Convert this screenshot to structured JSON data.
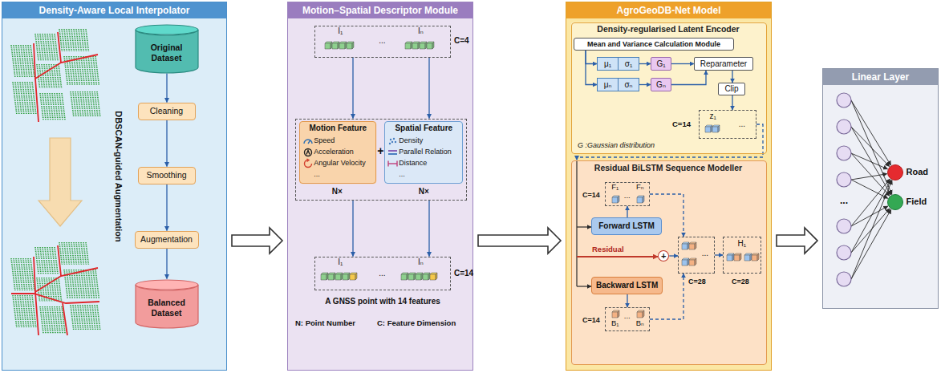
{
  "diagram": {
    "nodes": [
      {
        "text": [
          "Density-Aware Local Interpolator"
        ]
      },
      {
        "text": [
          "Original Dataset"
        ],
        "in": 0
      },
      {
        "text": [
          "Cleaning"
        ],
        "in": 0
      },
      {
        "text": [
          "Smoothing"
        ],
        "in": 0
      },
      {
        "text": [
          "Augmentation"
        ],
        "in": 0
      },
      {
        "text": [
          "Balanced Dataset"
        ],
        "in": 0
      },
      {
        "text": [
          "Motion–Spatial Descriptor Module"
        ]
      },
      {
        "text": [
          "I₁",
          "...",
          "Iₙ"
        ],
        "in": 6
      },
      {
        "text": [
          "+",
          "N×",
          "N×"
        ],
        "in": 6
      },
      {
        "text": [
          "Motion Feature",
          "Speed",
          "Acceleration",
          "Angular Velocity",
          "..."
        ],
        "in": 8
      },
      {
        "text": [
          "Spatial Feature",
          "Density",
          "Parallel Relation",
          "Distance",
          "..."
        ],
        "in": 8
      },
      {
        "text": [
          "I₁",
          "...",
          "Iₙ"
        ],
        "in": 6
      },
      {
        "text": [
          "AgroGeoDB-Net Model"
        ]
      },
      {
        "text": [
          "Density-regularised Latent Encoder"
        ],
        "in": 12
      },
      {
        "text": [
          "Mean and Variance Calculation Module"
        ],
        "in": 13
      },
      {
        "text": [
          "μ₁",
          "σ₁"
        ],
        "in": 13
      },
      {
        "text": [
          "μₙ",
          "σₙ"
        ],
        "in": 13
      },
      {
        "text": [
          "G₁"
        ],
        "in": 13
      },
      {
        "text": [
          "Gₙ"
        ],
        "in": 13
      },
      {
        "text": [
          "Reparameter"
        ],
        "in": 13
      },
      {
        "text": [
          "Clip"
        ],
        "in": 13
      },
      {
        "text": [
          "z₁",
          "..."
        ],
        "in": 13
      },
      {
        "text": [
          "Residual BiLSTM Sequence Modeller"
        ],
        "in": 12
      },
      {
        "text": [
          "Forward LSTM"
        ],
        "in": 22
      },
      {
        "text": [
          "Backward LSTM"
        ],
        "in": 22
      },
      {
        "text": [
          "F₁",
          "...",
          "Fₙ"
        ],
        "in": 22
      },
      {
        "text": [
          "B₁",
          "...",
          "Bₙ"
        ],
        "in": 22
      },
      {
        "text": [
          "+"
        ],
        "in": 22
      },
      {
        "text": [
          "..."
        ],
        "in": 22
      },
      {
        "text": [
          "H₁"
        ],
        "in": 22
      },
      {
        "text": [
          "Linear Layer"
        ]
      },
      {
        "text": [
          "Road"
        ],
        "in": 30
      },
      {
        "text": [
          "Field"
        ],
        "in": 30
      }
    ],
    "edges": [
      {
        "from": 0,
        "to": 6,
        "arrow": "to"
      },
      {
        "from": 6,
        "to": 12,
        "arrow": "to"
      },
      {
        "from": 12,
        "to": 30,
        "arrow": "to"
      },
      {
        "from": 1,
        "to": 2,
        "arrow": "to"
      },
      {
        "from": 2,
        "to": 3,
        "arrow": "to"
      },
      {
        "from": 3,
        "to": 4,
        "arrow": "to"
      },
      {
        "from": 4,
        "to": 5,
        "arrow": "to"
      },
      {
        "from": 7,
        "to": 8,
        "arrow": "to"
      },
      {
        "from": 7,
        "to": 8,
        "arrow": "to"
      },
      {
        "from": 8,
        "to": 11,
        "arrow": "to"
      },
      {
        "from": 8,
        "to": 11,
        "arrow": "to"
      },
      {
        "from": 14,
        "to": 15,
        "arrow": "to"
      },
      {
        "from": 14,
        "to": 16,
        "arrow": "to"
      },
      {
        "from": 15,
        "to": 17,
        "arrow": "to"
      },
      {
        "from": 16,
        "to": 18,
        "arrow": "to"
      },
      {
        "from": 17,
        "to": 19,
        "arrow": "to"
      },
      {
        "from": 18,
        "to": 19,
        "arrow": "to"
      },
      {
        "from": 19,
        "to": 20,
        "arrow": "to"
      },
      {
        "from": 20,
        "to": 21,
        "arrow": "to"
      },
      {
        "from": 21,
        "to": 22,
        "arrow": "to"
      },
      {
        "from": 23,
        "to": 25,
        "arrow": "to"
      },
      {
        "from": 24,
        "to": 26,
        "arrow": "to"
      },
      {
        "from": 25,
        "to": 28,
        "arrow": "to"
      },
      {
        "from": 26,
        "to": 28,
        "arrow": "to"
      },
      {
        "from": 27,
        "to": 28,
        "arrow": "to"
      },
      {
        "from": 28,
        "to": 29,
        "arrow": "to"
      }
    ],
    "labels": [
      "DBSCAN-guided Augmentation",
      "C=4",
      "C=14",
      "A GNSS point with 14 features",
      "N: Point Number",
      "C: Feature Dimension",
      "C=14",
      "G :Gaussian distribution",
      "C=14",
      "C=14",
      "C=28",
      "C=28",
      "Residual",
      "..."
    ]
  }
}
